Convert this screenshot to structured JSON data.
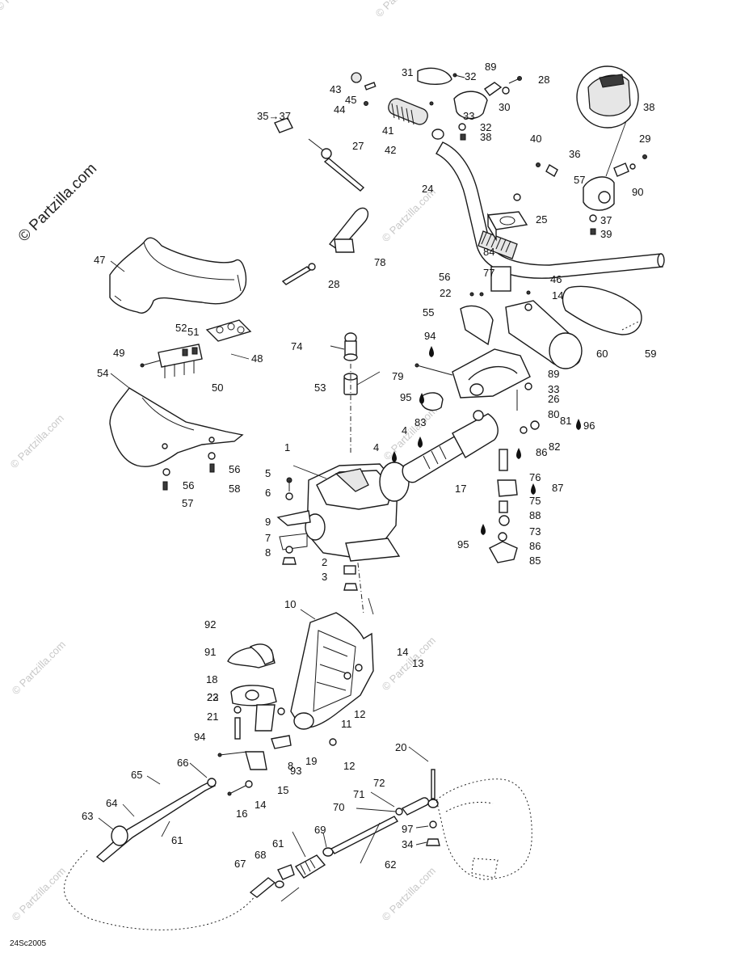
{
  "watermark_brand": "© Partzilla.com",
  "watermark_repeat": "© Partzilla.com",
  "diagram_code": "24Sc2005",
  "callouts": [
    "1",
    "2",
    "3",
    "4",
    "4",
    "5",
    "6",
    "7",
    "8",
    "8",
    "9",
    "10",
    "11",
    "12",
    "12",
    "13",
    "14",
    "14",
    "14",
    "15",
    "16",
    "17",
    "18",
    "19",
    "20",
    "21",
    "22",
    "22",
    "23",
    "24",
    "25",
    "26",
    "27",
    "28",
    "28",
    "29",
    "30",
    "31",
    "32",
    "32",
    "33",
    "33",
    "34",
    "35→37",
    "36",
    "37",
    "38",
    "38",
    "39",
    "40",
    "41",
    "42",
    "43",
    "44",
    "45",
    "46",
    "47",
    "48",
    "49",
    "50",
    "51",
    "52",
    "53",
    "54",
    "55",
    "56",
    "56",
    "56",
    "57",
    "57",
    "58",
    "59",
    "60",
    "61",
    "61",
    "62",
    "63",
    "64",
    "65",
    "66",
    "67",
    "68",
    "69",
    "70",
    "71",
    "72",
    "73",
    "74",
    "75",
    "76",
    "77",
    "78",
    "79",
    "80",
    "81",
    "82",
    "83",
    "84",
    "85",
    "86",
    "86",
    "87",
    "88",
    "89",
    "89",
    "90",
    "91",
    "92",
    "93",
    "94",
    "94",
    "95",
    "95",
    "96",
    "97"
  ]
}
